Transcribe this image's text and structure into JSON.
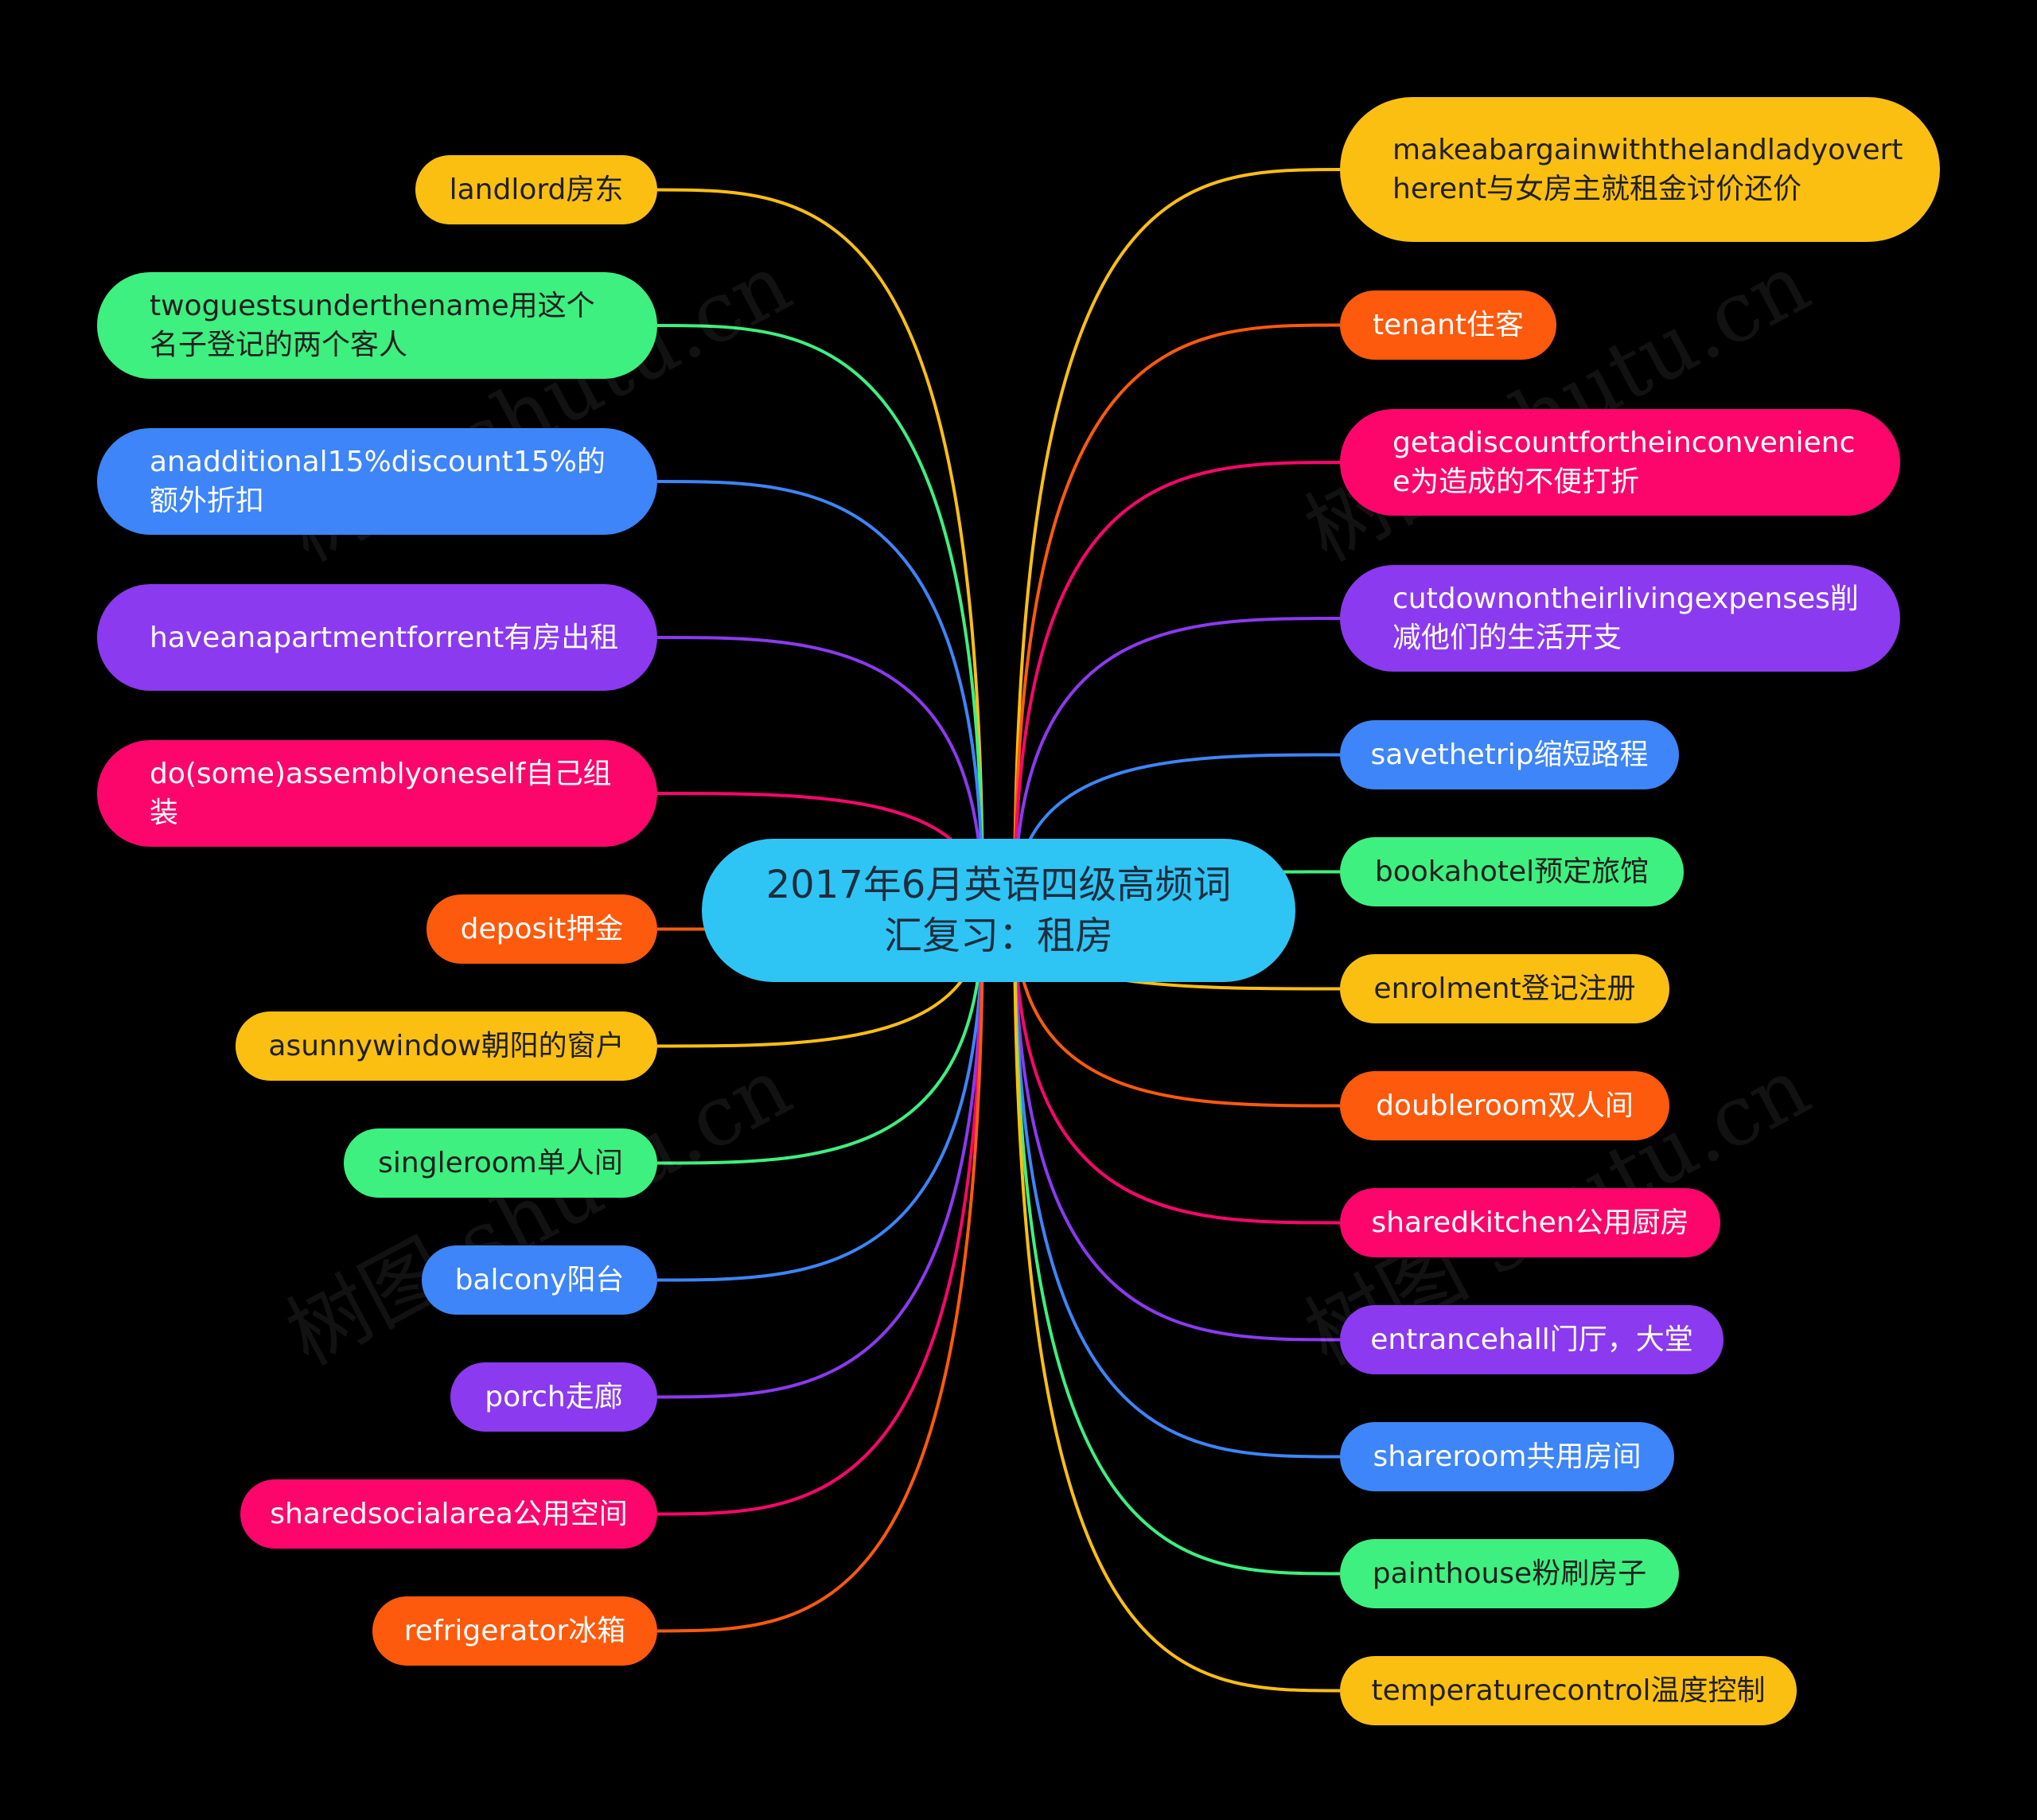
{
  "root": {
    "text": "2017年6月英语四级高频词汇复习：租房",
    "color": "#2ec5f5"
  },
  "watermark": "树图 shutu.cn",
  "left_nodes": [
    {
      "text": "landlord房东",
      "color": "#fbbf12"
    },
    {
      "text": "twoguestsunderthename用这个名子登记的两个客人",
      "color": "#3ef07f"
    },
    {
      "text": "anadditional15%discount15%的额外折扣",
      "color": "#3d85f9"
    },
    {
      "text": "haveanapartmentforrent有房出租",
      "color": "#8b3af0"
    },
    {
      "text": "do(some)assemblyoneself自己组装",
      "color": "#fc066c"
    },
    {
      "text": "deposit押金",
      "color": "#fd5a0d"
    },
    {
      "text": "asunnywindow朝阳的窗户",
      "color": "#fbbf12"
    },
    {
      "text": "singleroom单人间",
      "color": "#3ef07f"
    },
    {
      "text": "balcony阳台",
      "color": "#3d85f9"
    },
    {
      "text": "porch走廊",
      "color": "#8b3af0"
    },
    {
      "text": "sharedsocialarea公用空间",
      "color": "#fc066c"
    },
    {
      "text": "refrigerator冰箱",
      "color": "#fd5a0d"
    }
  ],
  "right_nodes": [
    {
      "text": "makeabargainwiththelandladyovertherent与女房主就租金讨价还价",
      "color": "#fbbf12"
    },
    {
      "text": "tenant住客",
      "color": "#fd5a0d"
    },
    {
      "text": "getadiscountfortheinconvenience为造成的不便打折",
      "color": "#fc066c"
    },
    {
      "text": "cutdownontheirlivingexpenses削减他们的生活开支",
      "color": "#8b3af0"
    },
    {
      "text": "savethetrip缩短路程",
      "color": "#3d85f9"
    },
    {
      "text": "bookahotel预定旅馆",
      "color": "#3ef07f"
    },
    {
      "text": "enrolment登记注册",
      "color": "#fbbf12"
    },
    {
      "text": "doubleroom双人间",
      "color": "#fd5a0d"
    },
    {
      "text": "sharedkitchen公用厨房",
      "color": "#fc066c"
    },
    {
      "text": "entrancehall门厅，大堂",
      "color": "#8b3af0"
    },
    {
      "text": "shareroom共用房间",
      "color": "#3d85f9"
    },
    {
      "text": "painthouse粉刷房子",
      "color": "#3ef07f"
    },
    {
      "text": "temperaturecontrol温度控制",
      "color": "#fbbf12"
    }
  ]
}
